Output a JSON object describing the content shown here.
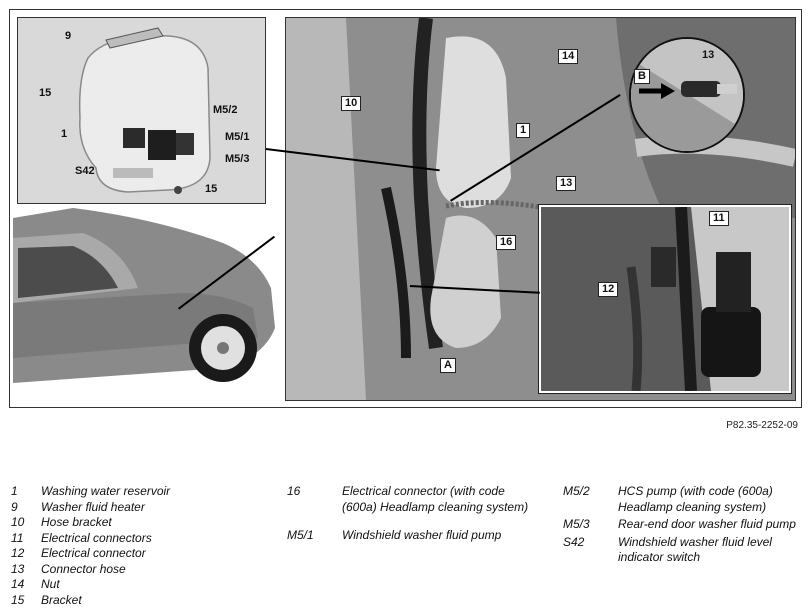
{
  "figure": {
    "code": "P82.35-2252-09",
    "callouts_inset": [
      "9",
      "15",
      "M5/2",
      "1",
      "M5/1",
      "S42",
      "M5/3",
      "15"
    ],
    "callouts_main": [
      "10",
      "14",
      "13",
      "1",
      "13",
      "16",
      "11",
      "12",
      "B",
      "A"
    ]
  },
  "legend": {
    "column1": [
      {
        "num": "1",
        "text": "Washing water reservoir"
      },
      {
        "num": "9",
        "text": "Washer fluid heater"
      },
      {
        "num": "10",
        "text": "Hose bracket"
      },
      {
        "num": "11",
        "text": "Electrical connectors"
      },
      {
        "num": "12",
        "text": "Electrical connector"
      },
      {
        "num": "13",
        "text": "Connector hose"
      },
      {
        "num": "14",
        "text": "Nut"
      },
      {
        "num": "15",
        "text": "Bracket"
      }
    ],
    "column2": [
      {
        "num": "16",
        "text": "Electrical connector (with code (600a) Headlamp cleaning system)"
      },
      {
        "num": "M5/1",
        "text": "Windshield washer fluid pump"
      }
    ],
    "column3": [
      {
        "num": "M5/2",
        "text": "HCS pump (with code (600a) Headlamp cleaning system)"
      },
      {
        "num": "M5/3",
        "text": "Rear-end door washer fluid pump"
      },
      {
        "num": "S42",
        "text": "Windshield washer fluid level indicator switch"
      }
    ]
  }
}
